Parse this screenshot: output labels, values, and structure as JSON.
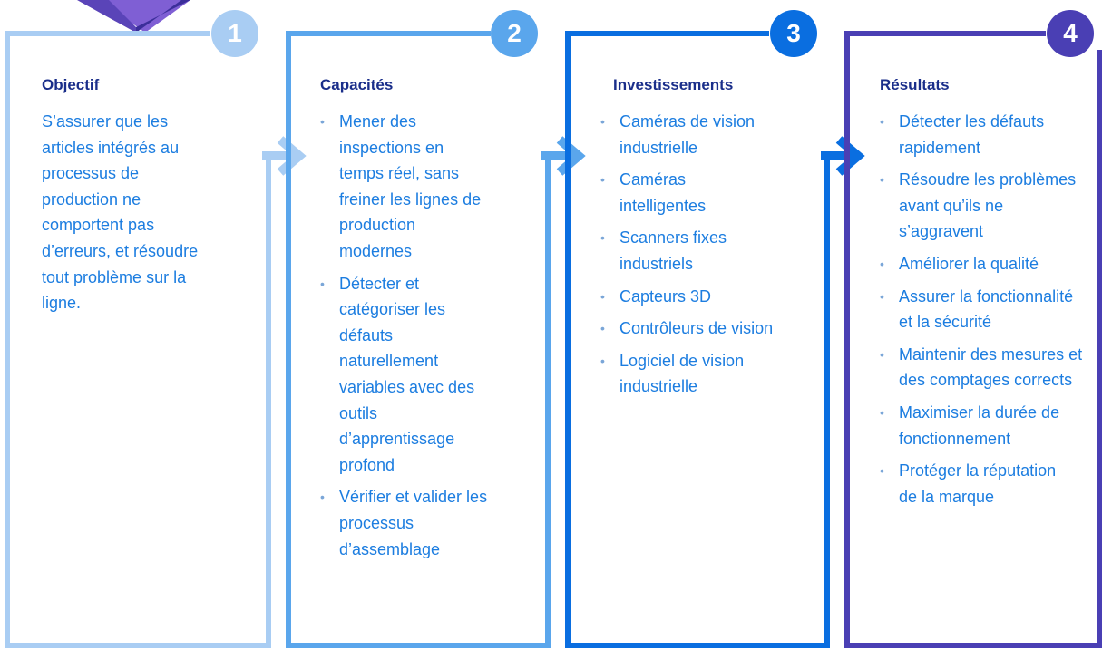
{
  "steps": [
    {
      "number": "1",
      "title": "Objectif",
      "text": "S’assurer que les articles intégrés au processus de production ne comportent pas d’erreurs, et résoudre tout problème sur la ligne.",
      "color": "#a9cdf3"
    },
    {
      "number": "2",
      "title": "Capacités",
      "items": [
        "Mener des inspections en temps réel, sans freiner les lignes de production modernes",
        "Détecter et catégoriser les défauts naturellement variables avec des outils d’apprentissage profond",
        "Vérifier et valider les processus d’assemblage"
      ],
      "color": "#5aa6ec"
    },
    {
      "number": "3",
      "title": "Investissements",
      "items": [
        "Caméras de vision industrielle",
        "Caméras intelligentes",
        "Scanners fixes industriels",
        "Capteurs 3D",
        "Contrôleurs de vision",
        "Logiciel de vision industrielle"
      ],
      "color": "#0a6ee0"
    },
    {
      "number": "4",
      "title": "Résultats",
      "items": [
        "Détecter les défauts rapidement",
        "Résoudre les problèmes avant qu’ils ne s’aggravent",
        "Améliorer la qualité",
        "Assurer la fonctionnalité et la sécurité",
        "Maintenir des mesures et des comptages corrects",
        "Maximiser la durée de fonctionnement",
        "Protéger la réputation de la marque"
      ],
      "color": "#4a3fb4"
    }
  ],
  "colors": {
    "title": "#1a2e8a",
    "body_text": "#1c7de0",
    "bullet": "#7aa6d8",
    "cube_top": "#7f5fd4",
    "cube_left": "#5a44b8",
    "cube_right": "#3b2e9a"
  }
}
